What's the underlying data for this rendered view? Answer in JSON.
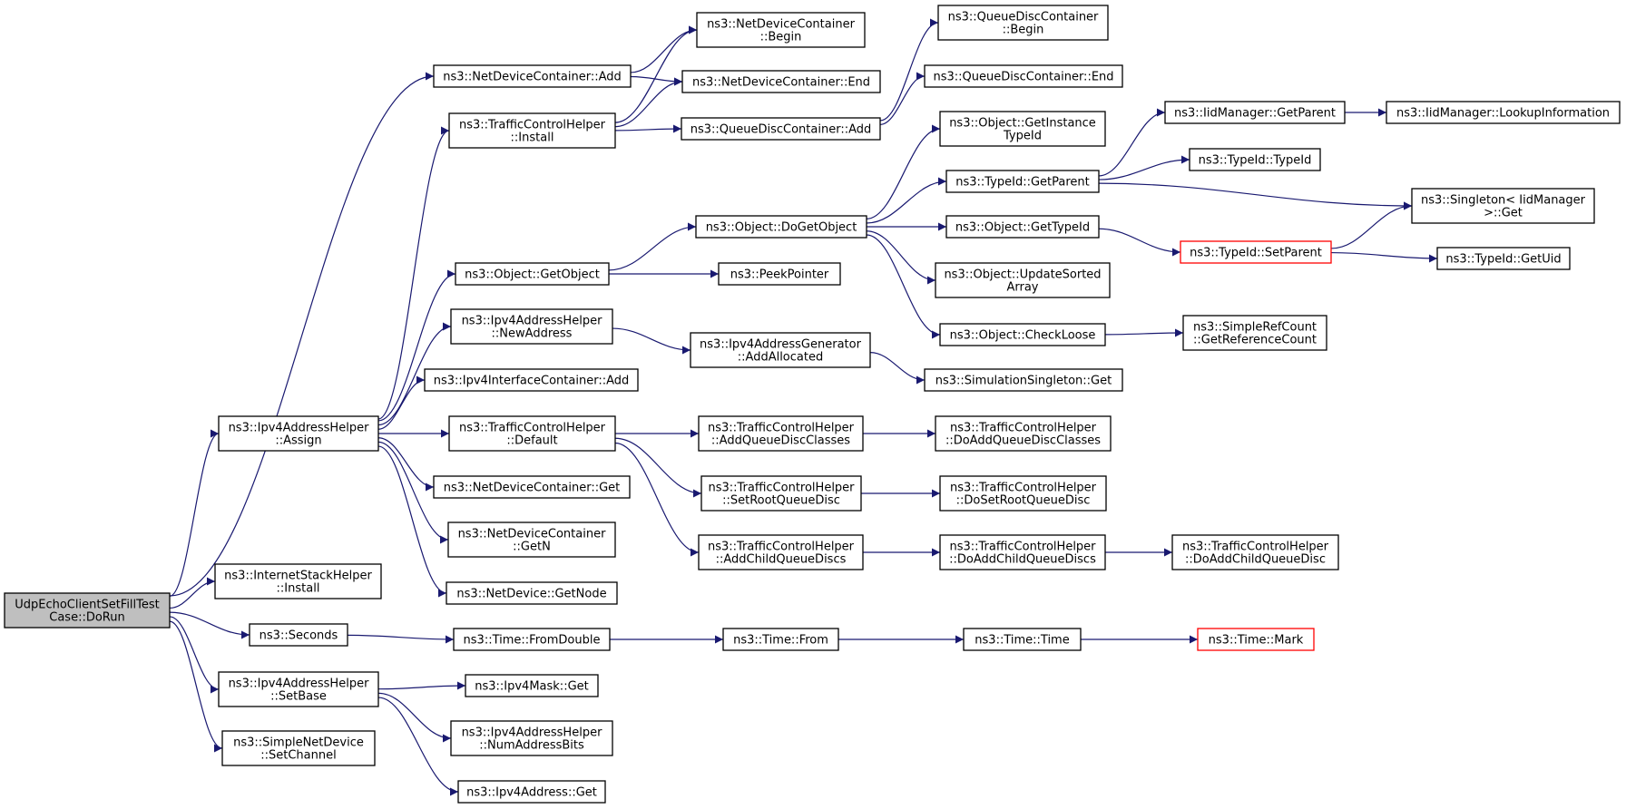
{
  "colors": {
    "edge": "#191970",
    "root_fill": "#bfbfbf",
    "red_border": "#ff0000",
    "border": "#000000"
  },
  "nodes": [
    {
      "id": "root",
      "lines": [
        "UdpEchoClientSetFillTest",
        "Case::DoRun"
      ],
      "style": "root"
    },
    {
      "id": "ndc_add",
      "lines": [
        "ns3::NetDeviceContainer::Add"
      ]
    },
    {
      "id": "ndc_begin",
      "lines": [
        "ns3::NetDeviceContainer",
        "::Begin"
      ]
    },
    {
      "id": "ndc_end",
      "lines": [
        "ns3::NetDeviceContainer::End"
      ]
    },
    {
      "id": "tch_install",
      "lines": [
        "ns3::TrafficControlHelper",
        "::Install"
      ]
    },
    {
      "id": "qdc_add",
      "lines": [
        "ns3::QueueDiscContainer::Add"
      ]
    },
    {
      "id": "qdc_begin",
      "lines": [
        "ns3::QueueDiscContainer",
        "::Begin"
      ]
    },
    {
      "id": "qdc_end",
      "lines": [
        "ns3::QueueDiscContainer::End"
      ]
    },
    {
      "id": "obj_getinst",
      "lines": [
        "ns3::Object::GetInstance",
        "TypeId"
      ]
    },
    {
      "id": "iid_getparent",
      "lines": [
        "ns3::IidManager::GetParent"
      ]
    },
    {
      "id": "iid_lookup",
      "lines": [
        "ns3::IidManager::LookupInformation"
      ]
    },
    {
      "id": "typeid_typeid",
      "lines": [
        "ns3::TypeId::TypeId"
      ]
    },
    {
      "id": "typeid_getparent",
      "lines": [
        "ns3::TypeId::GetParent"
      ]
    },
    {
      "id": "singleton_get",
      "lines": [
        "ns3::Singleton< IidManager",
        " >::Get"
      ]
    },
    {
      "id": "obj_dogetobject",
      "lines": [
        "ns3::Object::DoGetObject"
      ]
    },
    {
      "id": "obj_gettypeid",
      "lines": [
        "ns3::Object::GetTypeId"
      ]
    },
    {
      "id": "typeid_setparent",
      "lines": [
        "ns3::TypeId::SetParent"
      ],
      "style": "red"
    },
    {
      "id": "typeid_getuid",
      "lines": [
        "ns3::TypeId::GetUid"
      ]
    },
    {
      "id": "obj_getobject",
      "lines": [
        "ns3::Object::GetObject"
      ]
    },
    {
      "id": "peekpointer",
      "lines": [
        "ns3::PeekPointer"
      ]
    },
    {
      "id": "obj_updatesorted",
      "lines": [
        "ns3::Object::UpdateSorted",
        "Array"
      ]
    },
    {
      "id": "obj_checkloose",
      "lines": [
        "ns3::Object::CheckLoose"
      ]
    },
    {
      "id": "simplerefcount",
      "lines": [
        "ns3::SimpleRefCount",
        "::GetReferenceCount"
      ]
    },
    {
      "id": "ipv4ah_newaddress",
      "lines": [
        "ns3::Ipv4AddressHelper",
        "::NewAddress"
      ]
    },
    {
      "id": "ipv4ag_addallocated",
      "lines": [
        "ns3::Ipv4AddressGenerator",
        "::AddAllocated"
      ]
    },
    {
      "id": "simsingleton_get",
      "lines": [
        "ns3::SimulationSingleton::Get"
      ]
    },
    {
      "id": "ipv4ic_add",
      "lines": [
        "ns3::Ipv4InterfaceContainer::Add"
      ]
    },
    {
      "id": "ipv4ah_assign",
      "lines": [
        "ns3::Ipv4AddressHelper",
        "::Assign"
      ]
    },
    {
      "id": "tch_default",
      "lines": [
        "ns3::TrafficControlHelper",
        "::Default"
      ]
    },
    {
      "id": "tch_addqdclasses",
      "lines": [
        "ns3::TrafficControlHelper",
        "::AddQueueDiscClasses"
      ]
    },
    {
      "id": "tch_doaddqdclasses",
      "lines": [
        "ns3::TrafficControlHelper",
        "::DoAddQueueDiscClasses"
      ]
    },
    {
      "id": "ndc_get",
      "lines": [
        "ns3::NetDeviceContainer::Get"
      ]
    },
    {
      "id": "tch_setrootqd",
      "lines": [
        "ns3::TrafficControlHelper",
        "::SetRootQueueDisc"
      ]
    },
    {
      "id": "tch_dosetrootqd",
      "lines": [
        "ns3::TrafficControlHelper",
        "::DoSetRootQueueDisc"
      ]
    },
    {
      "id": "ndc_getn",
      "lines": [
        "ns3::NetDeviceContainer",
        "::GetN"
      ]
    },
    {
      "id": "tch_addchildqds",
      "lines": [
        "ns3::TrafficControlHelper",
        "::AddChildQueueDiscs"
      ]
    },
    {
      "id": "tch_doaddchildqds",
      "lines": [
        "ns3::TrafficControlHelper",
        "::DoAddChildQueueDiscs"
      ]
    },
    {
      "id": "tch_doaddchildqd",
      "lines": [
        "ns3::TrafficControlHelper",
        "::DoAddChildQueueDisc"
      ]
    },
    {
      "id": "ish_install",
      "lines": [
        "ns3::InternetStackHelper",
        "::Install"
      ]
    },
    {
      "id": "nd_getnode",
      "lines": [
        "ns3::NetDevice::GetNode"
      ]
    },
    {
      "id": "seconds",
      "lines": [
        "ns3::Seconds"
      ]
    },
    {
      "id": "time_fromdouble",
      "lines": [
        "ns3::Time::FromDouble"
      ]
    },
    {
      "id": "time_from",
      "lines": [
        "ns3::Time::From"
      ]
    },
    {
      "id": "time_time",
      "lines": [
        "ns3::Time::Time"
      ]
    },
    {
      "id": "time_mark",
      "lines": [
        "ns3::Time::Mark"
      ],
      "style": "red"
    },
    {
      "id": "ipv4ah_setbase",
      "lines": [
        "ns3::Ipv4AddressHelper",
        "::SetBase"
      ]
    },
    {
      "id": "ipv4mask_get",
      "lines": [
        "ns3::Ipv4Mask::Get"
      ]
    },
    {
      "id": "ipv4ah_numbits",
      "lines": [
        "ns3::Ipv4AddressHelper",
        "::NumAddressBits"
      ]
    },
    {
      "id": "ipv4addr_get",
      "lines": [
        "ns3::Ipv4Address::Get"
      ]
    },
    {
      "id": "snd_setchannel",
      "lines": [
        "ns3::SimpleNetDevice",
        "::SetChannel"
      ]
    }
  ],
  "edges": [
    [
      "root",
      "ndc_add"
    ],
    [
      "root",
      "ipv4ah_assign"
    ],
    [
      "root",
      "ish_install"
    ],
    [
      "root",
      "seconds"
    ],
    [
      "root",
      "ipv4ah_setbase"
    ],
    [
      "root",
      "snd_setchannel"
    ],
    [
      "ndc_add",
      "ndc_begin"
    ],
    [
      "ndc_add",
      "ndc_end"
    ],
    [
      "tch_install",
      "ndc_begin"
    ],
    [
      "tch_install",
      "ndc_end"
    ],
    [
      "tch_install",
      "qdc_add"
    ],
    [
      "qdc_add",
      "qdc_begin"
    ],
    [
      "qdc_add",
      "qdc_end"
    ],
    [
      "iid_getparent",
      "iid_lookup"
    ],
    [
      "typeid_getparent",
      "iid_getparent"
    ],
    [
      "typeid_getparent",
      "typeid_typeid"
    ],
    [
      "typeid_getparent",
      "singleton_get"
    ],
    [
      "obj_dogetobject",
      "obj_getinst"
    ],
    [
      "obj_dogetobject",
      "typeid_getparent"
    ],
    [
      "obj_dogetobject",
      "obj_gettypeid"
    ],
    [
      "obj_dogetobject",
      "obj_updatesorted"
    ],
    [
      "obj_dogetobject",
      "obj_checkloose"
    ],
    [
      "obj_gettypeid",
      "typeid_setparent"
    ],
    [
      "typeid_setparent",
      "singleton_get"
    ],
    [
      "typeid_setparent",
      "typeid_getuid"
    ],
    [
      "obj_getobject",
      "obj_dogetobject"
    ],
    [
      "obj_getobject",
      "peekpointer"
    ],
    [
      "obj_checkloose",
      "simplerefcount"
    ],
    [
      "ipv4ah_newaddress",
      "ipv4ag_addallocated"
    ],
    [
      "ipv4ag_addallocated",
      "simsingleton_get"
    ],
    [
      "ipv4ah_assign",
      "tch_install"
    ],
    [
      "ipv4ah_assign",
      "obj_getobject"
    ],
    [
      "ipv4ah_assign",
      "ipv4ah_newaddress"
    ],
    [
      "ipv4ah_assign",
      "ipv4ic_add"
    ],
    [
      "ipv4ah_assign",
      "tch_default"
    ],
    [
      "ipv4ah_assign",
      "ndc_get"
    ],
    [
      "ipv4ah_assign",
      "ndc_getn"
    ],
    [
      "ipv4ah_assign",
      "nd_getnode"
    ],
    [
      "tch_default",
      "tch_addqdclasses"
    ],
    [
      "tch_default",
      "tch_setrootqd"
    ],
    [
      "tch_default",
      "tch_addchildqds"
    ],
    [
      "tch_addqdclasses",
      "tch_doaddqdclasses"
    ],
    [
      "tch_setrootqd",
      "tch_dosetrootqd"
    ],
    [
      "tch_addchildqds",
      "tch_doaddchildqds"
    ],
    [
      "tch_doaddchildqds",
      "tch_doaddchildqd"
    ],
    [
      "seconds",
      "time_fromdouble"
    ],
    [
      "time_fromdouble",
      "time_from"
    ],
    [
      "time_from",
      "time_time"
    ],
    [
      "time_time",
      "time_mark"
    ],
    [
      "ipv4ah_setbase",
      "ipv4mask_get"
    ],
    [
      "ipv4ah_setbase",
      "ipv4ah_numbits"
    ],
    [
      "ipv4ah_setbase",
      "ipv4addr_get"
    ]
  ]
}
